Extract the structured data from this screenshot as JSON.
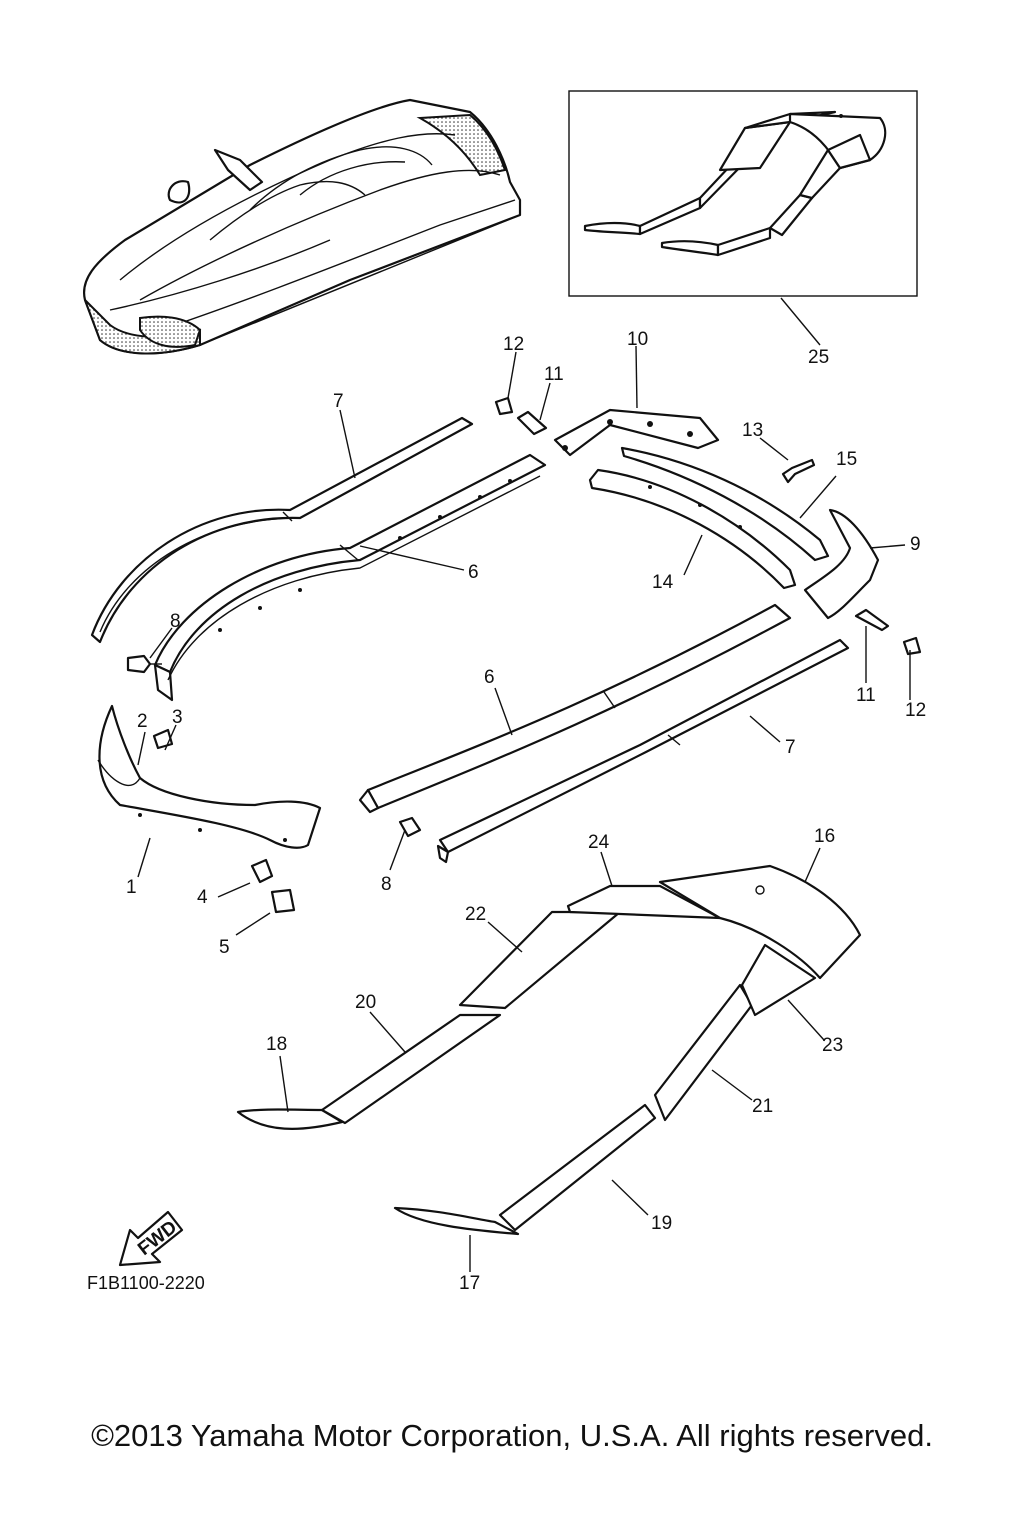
{
  "diagram": {
    "callouts": [
      "1",
      "2",
      "3",
      "4",
      "5",
      "6",
      "6",
      "7",
      "7",
      "8",
      "8",
      "9",
      "10",
      "11",
      "11",
      "12",
      "12",
      "13",
      "14",
      "15",
      "16",
      "17",
      "18",
      "19",
      "20",
      "21",
      "22",
      "23",
      "24",
      "25"
    ],
    "fwd_label": "FWD",
    "drawing_code": "F1B1100-2220"
  },
  "footer": {
    "copyright": "©2013 Yamaha Motor Corporation, U.S.A. All rights reserved."
  }
}
